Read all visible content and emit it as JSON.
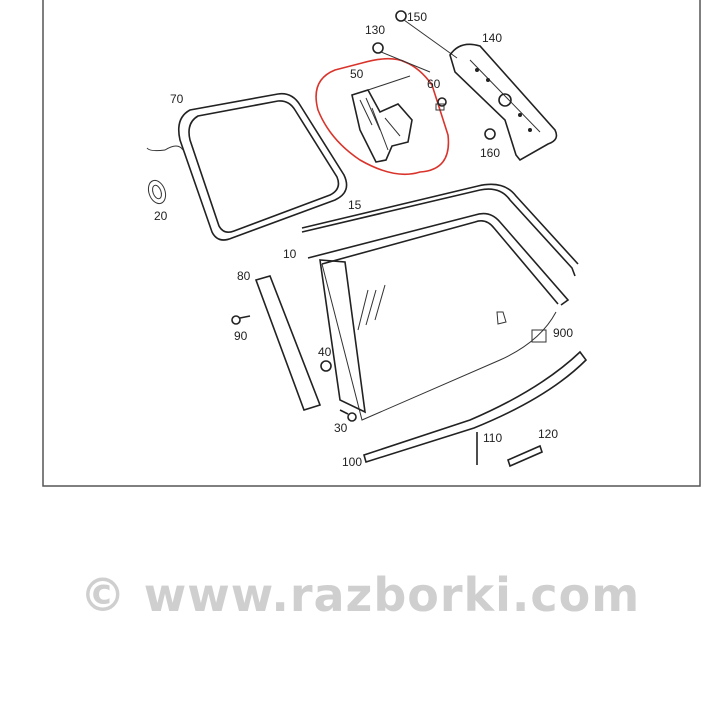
{
  "diagram": {
    "labels": {
      "p150": "150",
      "p130": "130",
      "p140": "140",
      "p50": "50",
      "p60": "60",
      "p70": "70",
      "p160": "160",
      "p20": "20",
      "p15": "15",
      "p10": "10",
      "p80": "80",
      "p90": "90",
      "p40": "40",
      "p900": "900",
      "p30": "30",
      "p110": "110",
      "p120": "120",
      "p100": "100"
    },
    "highlight_color": "#d9342b"
  },
  "watermark": "© www.razborki.com"
}
